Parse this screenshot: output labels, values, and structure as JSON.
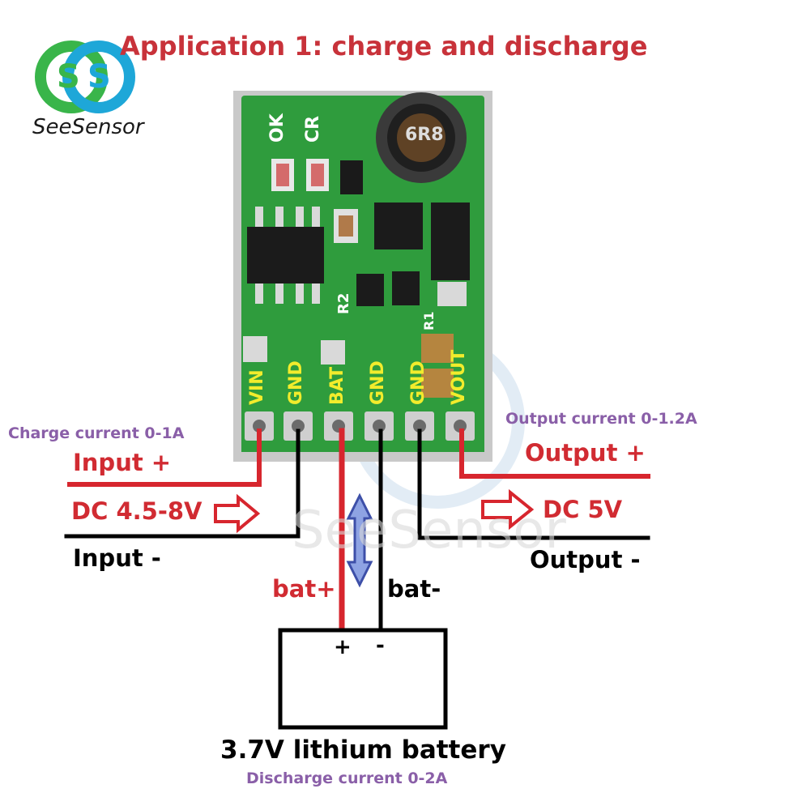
{
  "title": "Application 1: charge and discharge",
  "brand": {
    "name": "SeeSensor",
    "watermark": "SeeSensor"
  },
  "board": {
    "pins": [
      "VIN",
      "GND",
      "BAT",
      "GND",
      "GND",
      "VOUT"
    ],
    "silk": {
      "ok": "OK",
      "cr": "CR",
      "r2": "R2",
      "r1": "R1"
    },
    "inductor_mark": "6R8"
  },
  "left": {
    "charge_current": "Charge current 0-1A",
    "input_plus": "Input +",
    "input_range": "DC 4.5-8V",
    "input_minus": "Input -"
  },
  "right": {
    "output_current": "Output current 0-1.2A",
    "output_plus": "Output +",
    "output_voltage": "DC 5V",
    "output_minus": "Output -"
  },
  "battery": {
    "bat_plus": "bat+",
    "bat_minus": "bat-",
    "plus_sign": "+",
    "minus_sign": "-",
    "label": "3.7V lithium battery",
    "discharge": "Discharge current 0-2A"
  },
  "colors": {
    "board": "#2d9a3c",
    "wire_red": "#d7262e",
    "wire_black": "#000000",
    "title": "#c8323a",
    "note": "#8a5fa8",
    "silk": "#f2ec2c"
  }
}
